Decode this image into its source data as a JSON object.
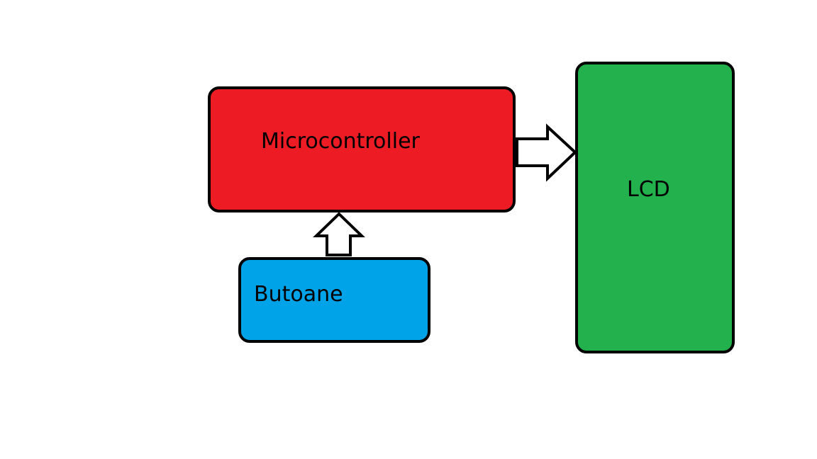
{
  "diagram": {
    "blocks": {
      "microcontroller": {
        "label": "Microcontroller",
        "fill": "#ed1c24"
      },
      "lcd": {
        "label": "LCD",
        "fill": "#22b14c"
      },
      "buttons": {
        "label": "Butoane",
        "fill": "#00a2e8"
      }
    },
    "connections": [
      {
        "from": "buttons",
        "to": "microcontroller",
        "style": "hollow block arrow"
      },
      {
        "from": "microcontroller",
        "to": "lcd",
        "style": "hollow block arrow"
      }
    ],
    "colors": {
      "outline": "#000000",
      "arrow_fill": "#ffffff",
      "background": "#ffffff"
    }
  }
}
